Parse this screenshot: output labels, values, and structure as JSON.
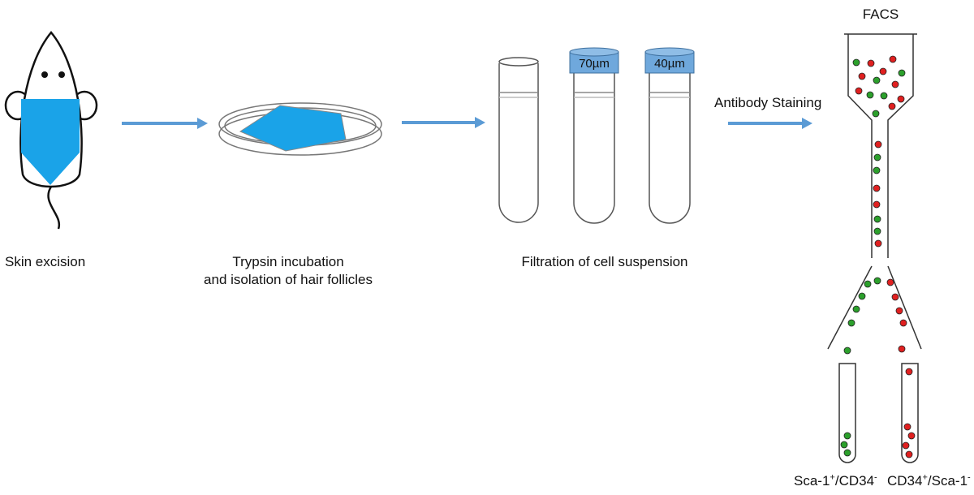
{
  "steps": {
    "skin_excision": "Skin excision",
    "trypsin_line1": "Trypsin incubation",
    "trypsin_line2": "and isolation of hair follicles",
    "filtration": "Filtration of cell suspension",
    "antibody": "Antibody Staining",
    "facs": "FACS"
  },
  "filters": {
    "first": "70µm",
    "second": "40µm"
  },
  "outputs": {
    "left_a": "Sca-1",
    "left_sup1": "+",
    "left_b": "/CD34",
    "left_sup2": "-",
    "right_a": "CD34",
    "right_sup1": "+",
    "right_b": "/Sca-1",
    "right_sup2": "-"
  },
  "colors": {
    "accent_blue": "#1aa3e8",
    "arrow_blue": "#5b9bd5",
    "cap_blue": "#6fa8dc",
    "cell_red": "#e02020",
    "cell_green": "#2ca02c",
    "outline": "#555555"
  }
}
